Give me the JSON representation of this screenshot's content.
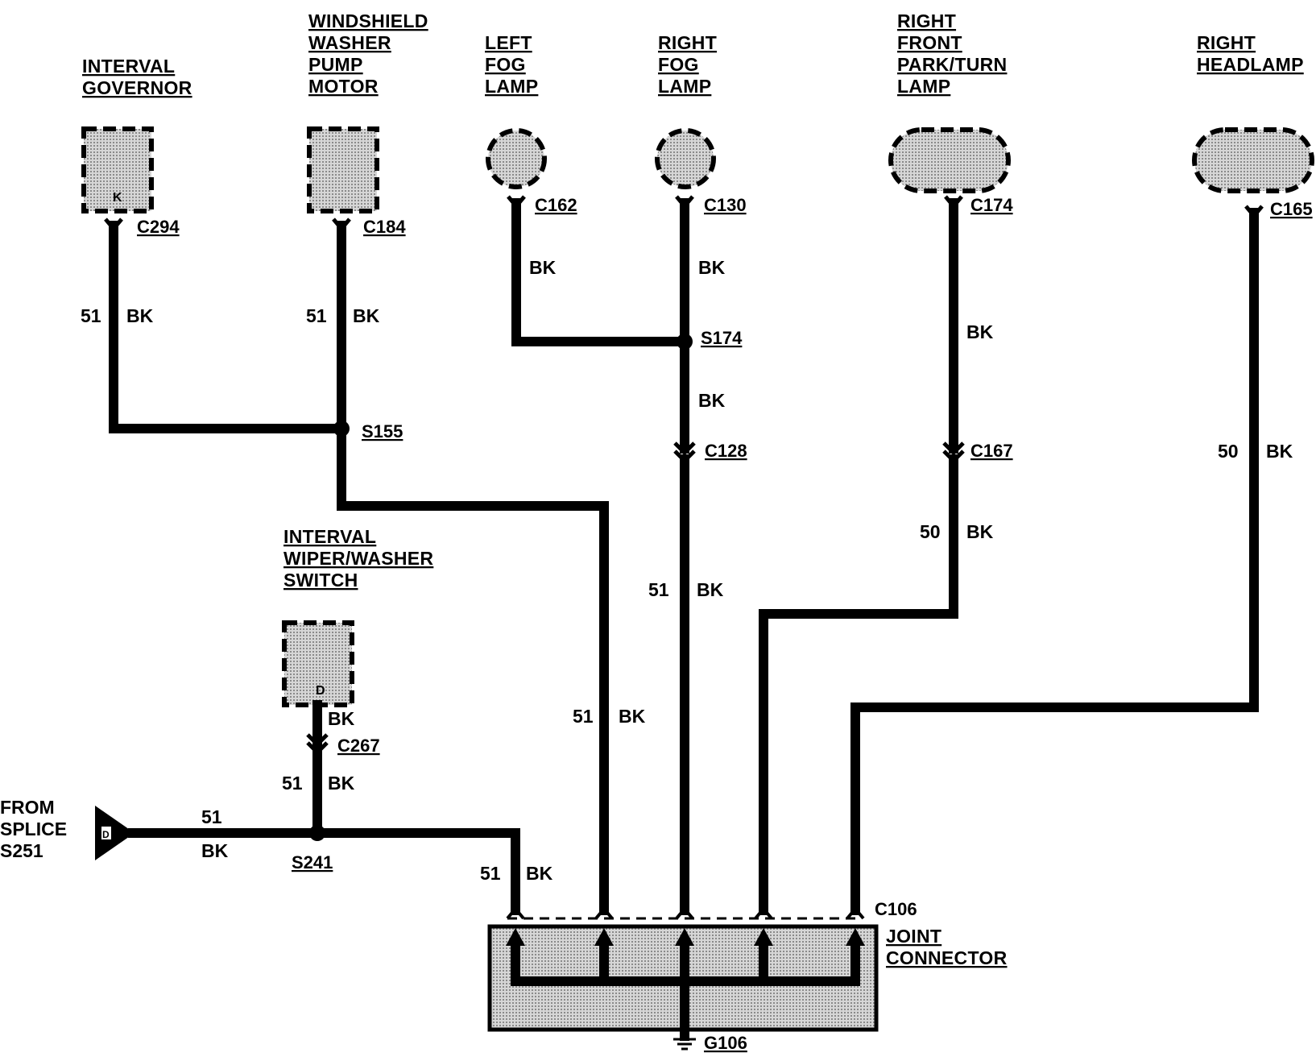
{
  "components": {
    "interval_governor": {
      "title": [
        "INTERVAL",
        "GOVERNOR"
      ],
      "pin": "K",
      "connector": "C294"
    },
    "washer_pump_motor": {
      "title": [
        "WINDSHIELD",
        "WASHER",
        "PUMP",
        "MOTOR"
      ],
      "connector": "C184"
    },
    "left_fog_lamp": {
      "title": [
        "LEFT",
        "FOG",
        "LAMP"
      ],
      "connector": "C162"
    },
    "right_fog_lamp": {
      "title": [
        "RIGHT",
        "FOG",
        "LAMP"
      ],
      "connector": "C130"
    },
    "right_front_park_turn_lamp": {
      "title": [
        "RIGHT",
        "FRONT",
        "PARK/TURN",
        "LAMP"
      ],
      "connector": "C174"
    },
    "right_headlamp": {
      "title": [
        "RIGHT",
        "HEADLAMP"
      ],
      "connector": "C165"
    },
    "interval_wiper_washer_switch": {
      "title": [
        "INTERVAL",
        "WIPER/WASHER",
        "SWITCH"
      ],
      "pin": "D",
      "connector": "C267"
    },
    "joint_connector": {
      "title": [
        "JOINT",
        "CONNECTOR"
      ],
      "connector": "C106"
    }
  },
  "splices": {
    "s155": "S155",
    "s174": "S174",
    "s241": "S241"
  },
  "inline_connectors": {
    "c128": "C128",
    "c167": "C167"
  },
  "ground": "G106",
  "from_splice": {
    "lines": [
      "FROM",
      "SPLICE",
      "S251"
    ],
    "pin": "D"
  },
  "wires": {
    "circuit_51": "51",
    "circuit_50": "50",
    "color_bk": "BK"
  }
}
